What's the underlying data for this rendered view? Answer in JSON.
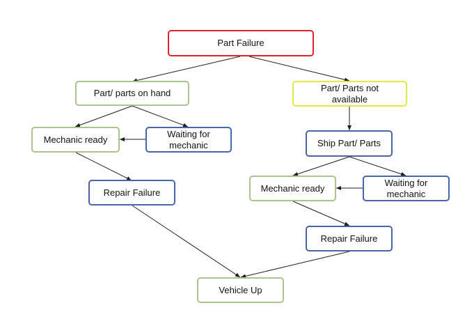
{
  "nodes": {
    "part_failure": "Part Failure",
    "parts_on_hand": "Part/ parts on hand",
    "parts_not_available": "Part/ Parts not available",
    "mechanic_ready_left": "Mechanic ready",
    "waiting_mechanic_left": "Waiting for mechanic",
    "repair_failure_left": "Repair Failure",
    "ship_parts": "Ship Part/ Parts",
    "mechanic_ready_right": "Mechanic ready",
    "waiting_mechanic_right": "Waiting for mechanic",
    "repair_failure_right": "Repair Failure",
    "vehicle_up": "Vehicle Up"
  },
  "colors": {
    "red": "#d9232d",
    "green": "#a9c48d",
    "blue": "#4a64a8",
    "yellow": "#e9e64a",
    "arrow": "#1e1e1e"
  }
}
